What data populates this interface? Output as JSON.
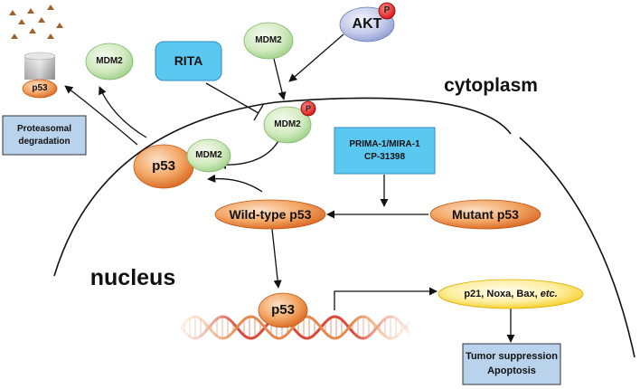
{
  "labels": {
    "cytoplasm": "cytoplasm",
    "nucleus": "nucleus",
    "rita": "RITA",
    "akt": "AKT",
    "phospho": "P",
    "mdm2": "MDM2",
    "p53": "p53",
    "wild_type_p53": "Wild-type p53",
    "mutant_p53": "Mutant p53",
    "compounds_line1": "PRIMA-1/MIRA-1",
    "compounds_line2": "CP-31398",
    "targets_html": "p21, Noxa, Bax, etc.",
    "targets_main": "p21, Noxa, Bax, ",
    "targets_etc": "etc.",
    "outcome_line1": "Tumor suppression",
    "outcome_line2": "Apoptosis",
    "proteasome_line1": "Proteasomal",
    "proteasome_line2": "degradation"
  },
  "colors": {
    "orange_light": "#f8c9a0",
    "orange_dark": "#e07028",
    "green_light": "#e6f3dc",
    "green_dark": "#9ccf86",
    "blue_box": "#5bc8f2",
    "blue_box_border": "#2f8fc0",
    "pale_blue_box": "#b9d3ec",
    "yellow_light": "#fffbe0",
    "yellow_dark": "#f5c400",
    "akt_light": "#dfe4f4",
    "akt_dark": "#8c9ad2",
    "phospho_red": "#e81818",
    "membrane": "#111111",
    "arrow": "#111111",
    "fragment": "#a0622d"
  }
}
